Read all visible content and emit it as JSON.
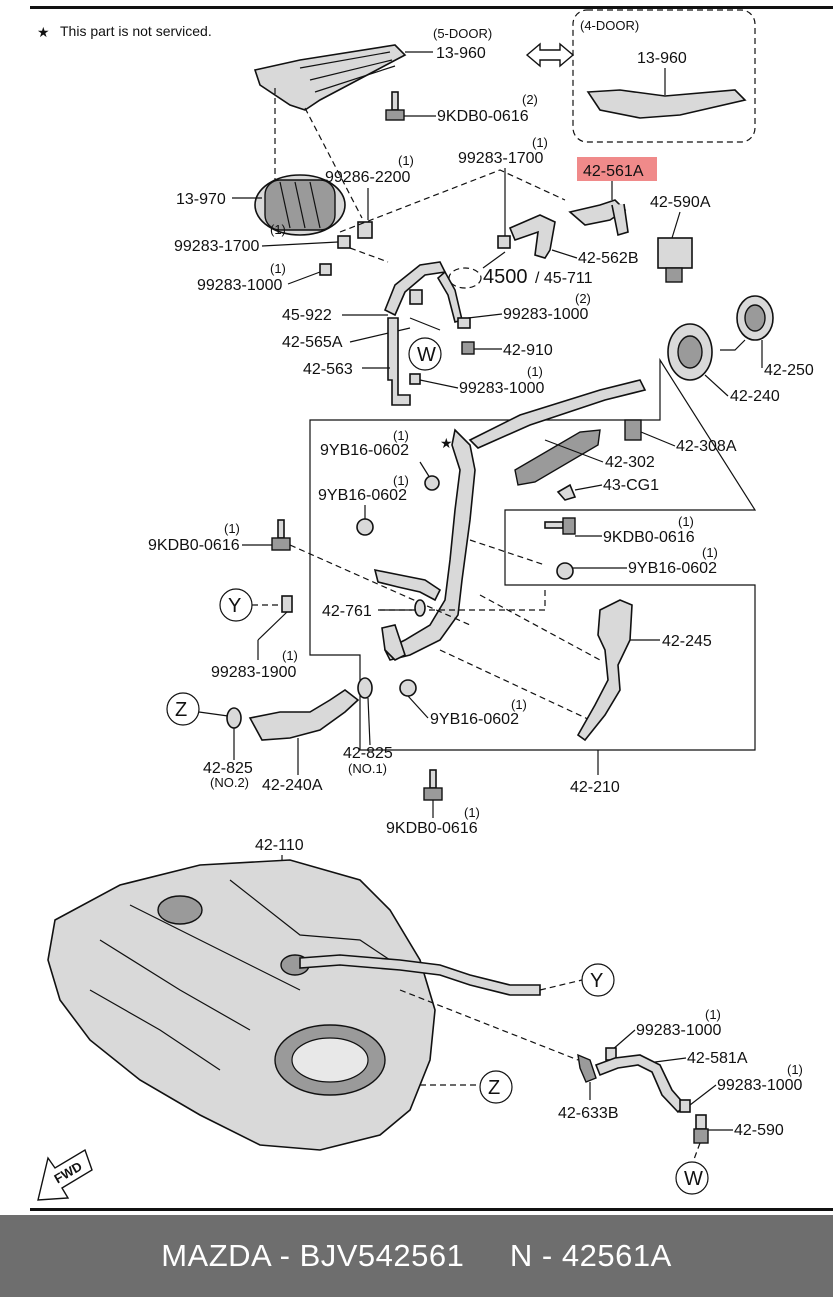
{
  "note": "This part is not serviced.",
  "labels": {
    "door5": "(5-DOOR)",
    "door4": "(4-DOOR)",
    "p13960a": "13-960",
    "p13960b": "13-960",
    "p9kdb_top": "9KDB0-0616",
    "p9kdb_top_q": "(2)",
    "p13970": "13-970",
    "p99286": "99286-2200",
    "p99286_q": "(1)",
    "p99283_1700a": "99283-1700",
    "p99283_1700a_q": "(1)",
    "p99283_1700b": "99283-1700",
    "p99283_1700b_q": "(1)",
    "p99283_1000a": "99283-1000",
    "p99283_1000a_q": "(1)",
    "p42561A": "42-561A",
    "p42590A": "42-590A",
    "p42562B": "42-562B",
    "p4500": "4500",
    "p45711": "/ 45-711",
    "p45922": "45-922",
    "p99283_1000b": "99283-1000",
    "p99283_1000b_q": "(2)",
    "p42565A": "42-565A",
    "p42910": "42-910",
    "p42563": "42-563",
    "p99283_1000c": "99283-1000",
    "p99283_1000c_q": "(1)",
    "p42250": "42-250",
    "p42240": "42-240",
    "p42308A": "42-308A",
    "p9yb_a": "9YB16-0602",
    "p9yb_a_q": "(1)",
    "p42302": "42-302",
    "p9yb_b": "9YB16-0602",
    "p9yb_b_q": "(1)",
    "p43CG1": "43-CG1",
    "p9kdb_mid_l": "9KDB0-0616",
    "p9kdb_mid_l_q": "(1)",
    "p9kdb_mid_r": "9KDB0-0616",
    "p9kdb_mid_r_q": "(1)",
    "p9yb_c": "9YB16-0602",
    "p9yb_c_q": "(1)",
    "p42761": "42-761",
    "p42245": "42-245",
    "p99283_1900": "99283-1900",
    "p99283_1900_q": "(1)",
    "p9yb_d": "9YB16-0602",
    "p9yb_d_q": "(1)",
    "p42825a": "42-825",
    "p42825a_sub": "(NO.2)",
    "p42240A": "42-240A",
    "p42825b": "42-825",
    "p42825b_sub": "(NO.1)",
    "p42210": "42-210",
    "p9kdb_low": "9KDB0-0616",
    "p9kdb_low_q": "(1)",
    "p42110": "42-110",
    "p99283_1000d": "99283-1000",
    "p99283_1000d_q": "(1)",
    "p42581A": "42-581A",
    "p99283_1000e": "99283-1000",
    "p99283_1000e_q": "(1)",
    "p42633B": "42-633B",
    "p42590": "42-590",
    "callW": "W",
    "callY": "Y",
    "callZ": "Z",
    "fwd": "FWD"
  },
  "colors": {
    "highlight": "#f08a8a",
    "footer_bg": "#6e6e6e",
    "footer_text": "#ffffff"
  },
  "footer": {
    "text": "MAZDA - BJV542561     N - 42561A"
  }
}
